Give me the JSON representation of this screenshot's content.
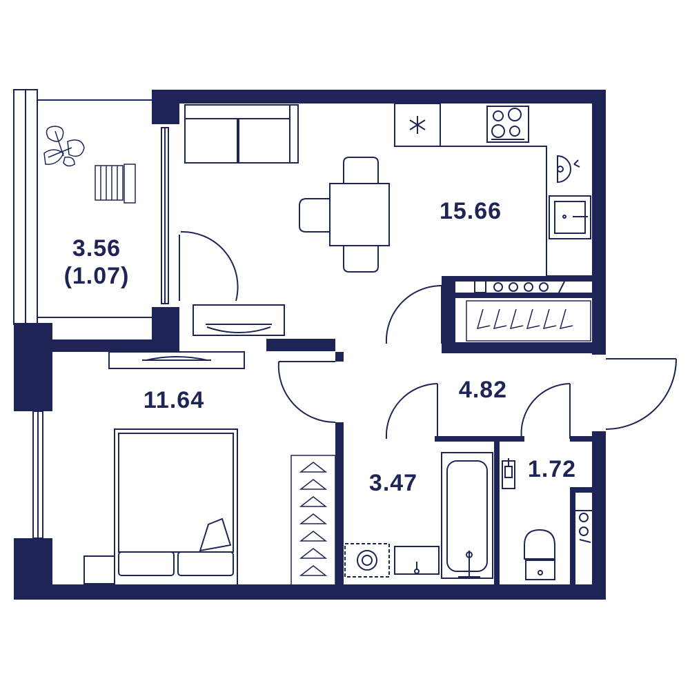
{
  "colors": {
    "wall": "#1f2456",
    "line": "#1f2456",
    "background": "#ffffff"
  },
  "rooms": {
    "balcony": {
      "area": "3.56",
      "reduced_area": "(1.07)"
    },
    "kitchen_living": {
      "area": "15.66"
    },
    "bedroom": {
      "area": "11.64"
    },
    "hallway": {
      "area": "4.82"
    },
    "bathroom": {
      "area": "3.47"
    },
    "toilet": {
      "area": "1.72"
    }
  },
  "icons": [
    "plant-icon",
    "deck-chair-icon",
    "sofa-icon",
    "dining-table-icon",
    "fridge-icon",
    "stove-icon",
    "kitchen-sink-icon",
    "tv-stand-icon",
    "bed-icon",
    "wardrobe-icon",
    "bathtub-icon",
    "washbasin-icon",
    "washing-machine-icon",
    "toilet-icon",
    "water-heater-icon"
  ]
}
